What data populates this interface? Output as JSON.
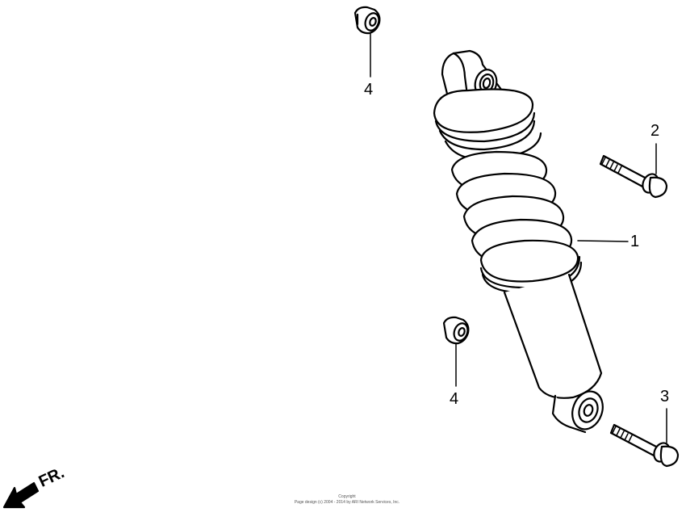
{
  "diagram": {
    "type": "exploded-parts-view",
    "subject": "rear shock absorber assembly",
    "parts": [
      {
        "ref": "1",
        "name": "shock-absorber"
      },
      {
        "ref": "2",
        "name": "upper-flange-bolt"
      },
      {
        "ref": "3",
        "name": "lower-flange-bolt"
      },
      {
        "ref": "4",
        "name": "flange-nut",
        "count": 2
      }
    ],
    "callouts": {
      "c1": "1",
      "c2": "2",
      "c3": "3",
      "c4a": "4",
      "c4b": "4"
    },
    "direction_indicator": "FR.",
    "copyright": {
      "line1": "Copyright",
      "line2": "Page design (c) 2004 - 2014 by ARI Network Services, Inc."
    }
  }
}
